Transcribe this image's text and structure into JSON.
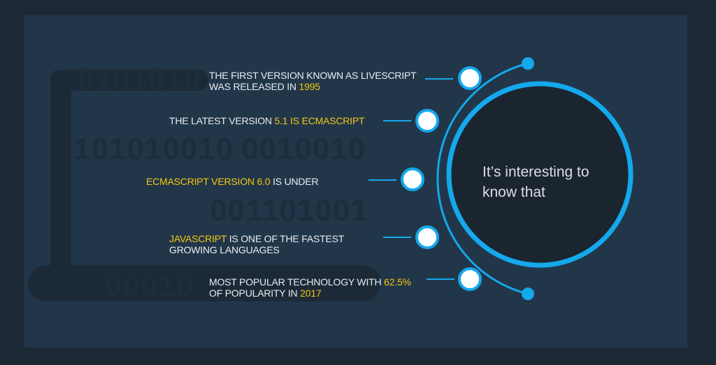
{
  "center_text": "It’s interesting to know that",
  "colors": {
    "accent": "#14a8ec",
    "highlight": "#f3c614",
    "panel": "#22364a",
    "circle": "#1b2530"
  },
  "binary_decor": [
    "0101010",
    "101010010",
    "0010010",
    "001101001",
    "00010"
  ],
  "facts": [
    {
      "parts": [
        {
          "t": "The first version known as LiveScript",
          "hl": false
        },
        {
          "t": "was released in ",
          "hl": false
        },
        {
          "t": "1995",
          "hl": true
        }
      ]
    },
    {
      "parts": [
        {
          "t": "The latest version ",
          "hl": false
        },
        {
          "t": "5.1 is ECMAScript",
          "hl": true
        }
      ]
    },
    {
      "parts": [
        {
          "t": "ECMAScript version 6.0",
          "hl": true
        },
        {
          "t": " is under",
          "hl": false
        }
      ]
    },
    {
      "parts": [
        {
          "t": "JavaScript",
          "hl": true
        },
        {
          "t": " is one of the fastest",
          "hl": false
        },
        {
          "t": "growing languages",
          "hl": false
        }
      ]
    },
    {
      "parts": [
        {
          "t": "Most popular technology with ",
          "hl": false
        },
        {
          "t": "62.5%",
          "hl": true
        },
        {
          "t": "of popularity in ",
          "hl": false
        },
        {
          "t": "2017",
          "hl": true
        }
      ]
    }
  ]
}
